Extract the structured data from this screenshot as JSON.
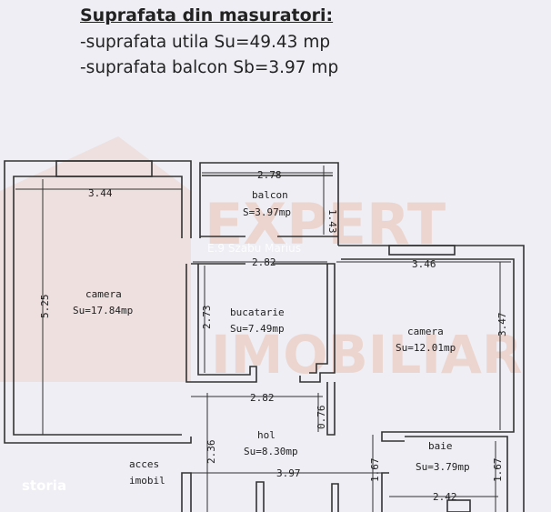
{
  "header": {
    "title": "Suprafata din masuratori:",
    "line1": "-suprafata utila Su=49.43 mp",
    "line2": "-suprafata balcon Sb=3.97 mp"
  },
  "watermark": {
    "brand_top": "EXPERT",
    "brand_bottom": "IMOBILIAR",
    "agent": "E.9 Szabu Marius",
    "logo": "storia"
  },
  "rooms": [
    {
      "name": "camera",
      "area": "Su=17.84mp"
    },
    {
      "name": "balcon",
      "area": "S=3.97mp"
    },
    {
      "name": "bucatarie",
      "area": "Su=7.49mp"
    },
    {
      "name": "camera",
      "area": "Su=12.01mp"
    },
    {
      "name": "hol",
      "area": "Su=8.30mp"
    },
    {
      "name": "baie",
      "area": "Su=3.79mp"
    }
  ],
  "access": {
    "line1": "acces",
    "line2": "imobil"
  },
  "dimensions": [
    "3.44",
    "5.25",
    "2.78",
    "1.43",
    "2.82",
    "2.73",
    "3.46",
    "3.47",
    "2.82",
    "0.76",
    "2.36",
    "3.97",
    "1.67",
    "1.67",
    "2.42"
  ]
}
